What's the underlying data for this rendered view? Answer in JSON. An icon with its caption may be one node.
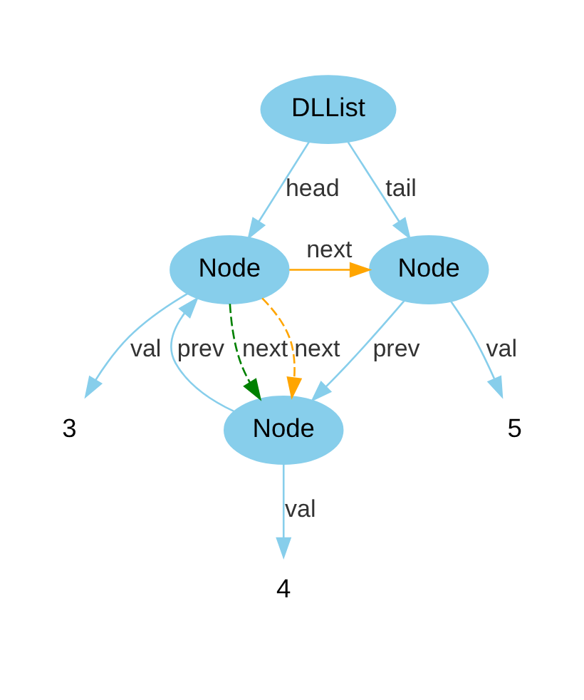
{
  "diagram": {
    "nodes": [
      {
        "text": [
          "DLList"
        ]
      },
      {
        "text": [
          "Node"
        ]
      },
      {
        "text": [
          "Node"
        ]
      },
      {
        "text": [
          "Node"
        ]
      },
      {
        "text": [
          "3"
        ]
      },
      {
        "text": [
          "4"
        ]
      },
      {
        "text": [
          "5"
        ]
      }
    ],
    "edges": [
      {
        "from": 0,
        "to": 1,
        "arrow": "to",
        "label": "head"
      },
      {
        "from": 0,
        "to": 2,
        "arrow": "to",
        "label": "tail"
      },
      {
        "from": 1,
        "to": 2,
        "arrow": "to",
        "label": "next",
        "color": "#ffa500"
      },
      {
        "from": 1,
        "to": 3,
        "arrow": "to",
        "label": "next",
        "style": "dashed",
        "color": "#008000"
      },
      {
        "from": 1,
        "to": 3,
        "arrow": "to",
        "label": "next",
        "style": "dashed",
        "color": "#ffa500"
      },
      {
        "from": 3,
        "to": 1,
        "arrow": "to",
        "label": "prev"
      },
      {
        "from": 2,
        "to": 3,
        "arrow": "to",
        "label": "prev"
      },
      {
        "from": 1,
        "to": 4,
        "arrow": "to",
        "label": "val"
      },
      {
        "from": 3,
        "to": 5,
        "arrow": "to",
        "label": "val"
      },
      {
        "from": 2,
        "to": 6,
        "arrow": "to",
        "label": "val"
      }
    ]
  }
}
